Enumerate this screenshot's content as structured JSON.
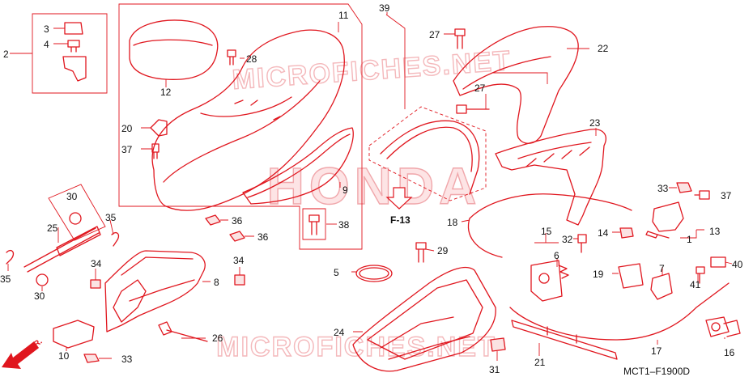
{
  "diagram": {
    "code": "MCT1–F1900D",
    "ref": "F-13",
    "direction": "FR.",
    "brand_watermark": "HONDA",
    "site_watermark": "MICROFICHES.NET",
    "labels": [
      "1",
      "2",
      "3",
      "4",
      "5",
      "6",
      "7",
      "8",
      "9",
      "10",
      "11",
      "12",
      "13",
      "14",
      "15",
      "16",
      "17",
      "18",
      "19",
      "20",
      "21",
      "22",
      "23",
      "24",
      "25",
      "26",
      "27",
      "28",
      "29",
      "30",
      "31",
      "32",
      "33",
      "34",
      "35",
      "36",
      "37",
      "38",
      "39",
      "40",
      "41"
    ]
  },
  "colors": {
    "line": "#e0161e",
    "watermark": "#f4b8bb",
    "text": "#111111"
  },
  "icons": {
    "direction": "arrow-icon",
    "reference": "arrow-down-icon"
  }
}
